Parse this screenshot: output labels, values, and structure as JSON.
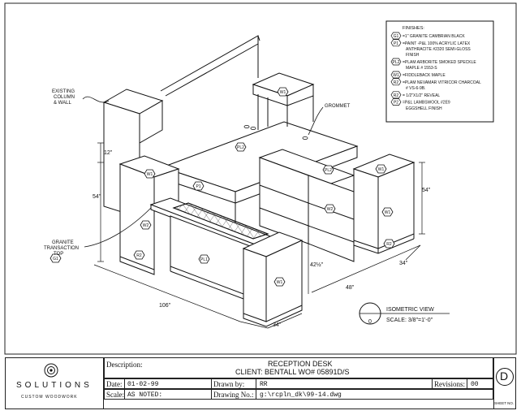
{
  "drawing": {
    "tags": {
      "g1": "G1",
      "p1": "P1",
      "pl1": "PL1",
      "pl2": "PL2",
      "r2": "R2",
      "w1": "W1",
      "w2": "W2"
    },
    "labels": {
      "existing_column": [
        "EXISTING",
        "COLUMN",
        "& WALL"
      ],
      "grommet": "GROMMET",
      "granite_top": [
        "GRANITE",
        "TRANSACTION",
        "TOP"
      ]
    },
    "dimensions": {
      "d12": "12\"",
      "d54_left": "54\"",
      "d54_right": "54\"",
      "d106": "106\"",
      "d34_front": "34\"",
      "d48": "48\"",
      "d34_right": "34\"",
      "d42": "42½\""
    },
    "finishes": {
      "title": "FINISHES:",
      "items": [
        {
          "tag": "G1",
          "lines": [
            "=1\" GRANITE CAMBRIAN BLACK"
          ]
        },
        {
          "tag": "P1",
          "lines": [
            "=PAINT -P&L 100% ACRYLIC LATEX",
            "ANTHRACITE #2320 SEMI-GLOSS",
            "FINISH"
          ]
        },
        {
          "tag": "PL2",
          "lines": [
            "=PLAM ARBORITE SMOKED SPECKLE",
            "MAPLE # 1553-S"
          ]
        },
        {
          "tag": "W1",
          "lines": [
            "=FIDDLEBACK MAPLE"
          ]
        },
        {
          "tag": "R2",
          "lines": [
            "=PLAM NEVAMAR VITRICOR CHARCOAL",
            "# VS-6-9B."
          ]
        },
        {
          "tag": "R2",
          "lines": [
            "= 1/2\"X1/2\" REVEAL"
          ]
        },
        {
          "tag": "P2",
          "lines": [
            "=P&L LAMBSWOOL #2E9",
            "EGGSHELL FINISH"
          ]
        }
      ]
    },
    "view": {
      "number": "0",
      "title": "ISOMETRIC VIEW",
      "scale": "SCALE: 3/8\"=1'-0\""
    }
  },
  "title_block": {
    "company": "SOLUTIONS",
    "company_sub": "CUSTOM WOODWORK",
    "description_label": "Description:",
    "description_title": "RECEPTION DESK",
    "client_line": "CLIENT: BENTALL WO# 05891D/S",
    "date_label": "Date:",
    "date_value": "01-02-99",
    "drawn_label": "Drawn by:",
    "drawn_value": "RR",
    "revisions_label": "Revisions:",
    "revisions_value": "00",
    "scale_label": "Scale:",
    "scale_value": "AS NOTED:",
    "drawing_no_label": "Drawing No.:",
    "drawing_no_value": "g:\\rcpln_dk\\99-14.dwg",
    "sheet_letter": "D",
    "sheet_label": "SHEET NO."
  }
}
